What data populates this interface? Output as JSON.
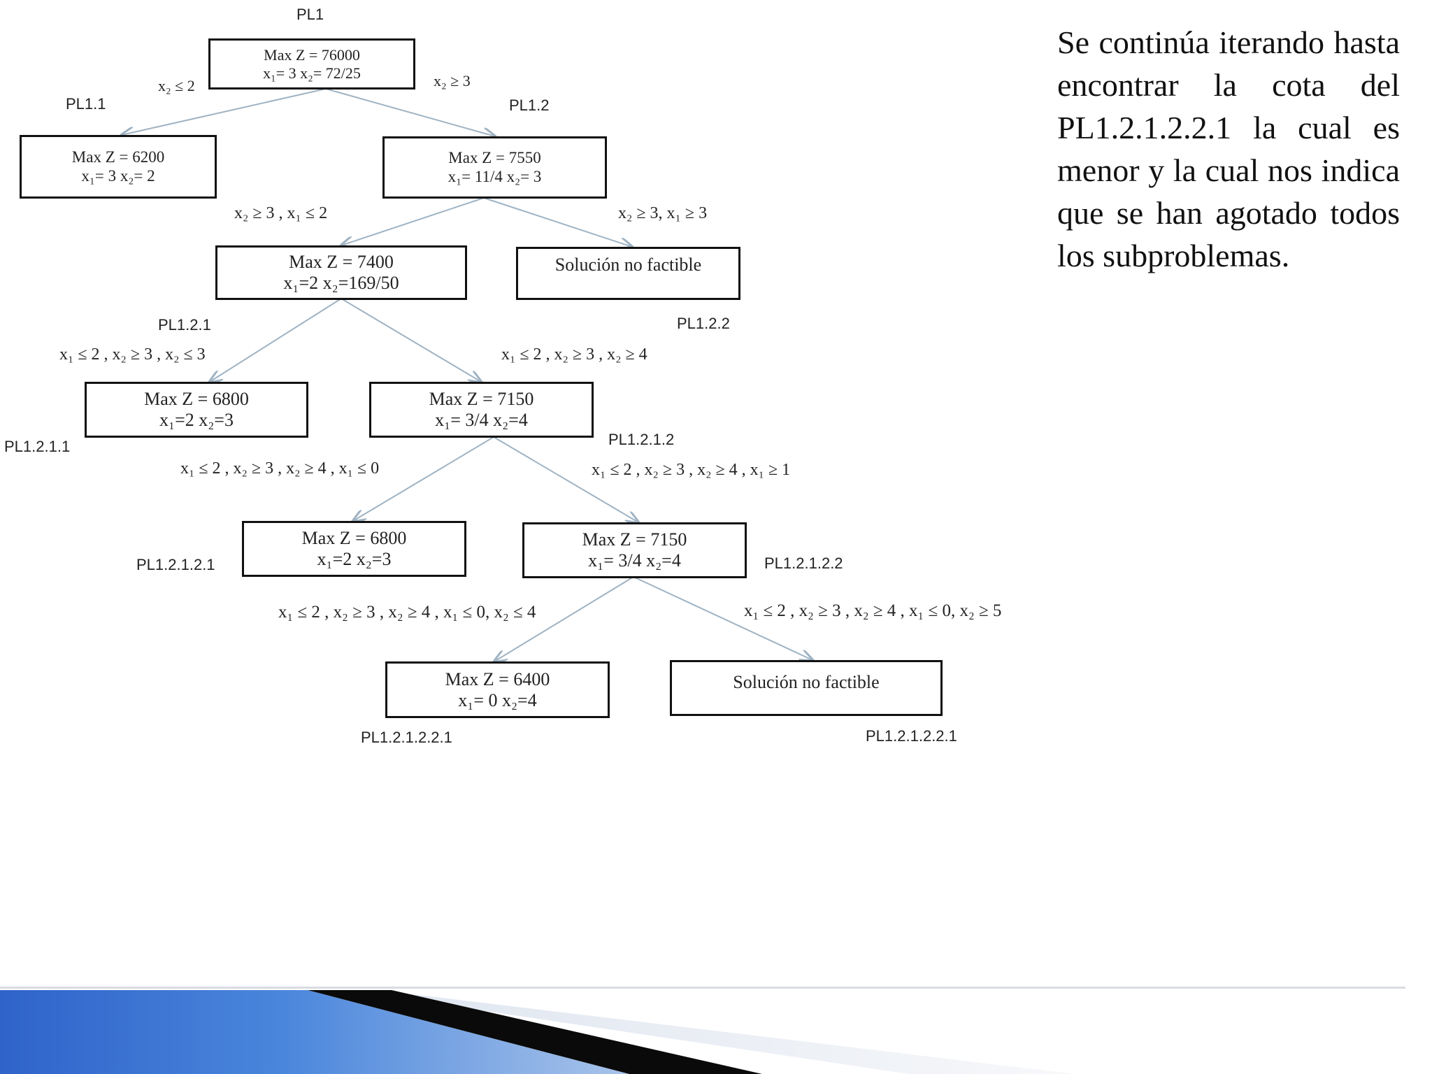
{
  "nodes": [
    {
      "tag": "PL1",
      "l1": "Max Z = 76000",
      "l2": "x₁= 3  x₂= 72/25"
    },
    {
      "tag": "PL1.1",
      "l1": "Max Z = 6200",
      "l2": "x₁= 3  x₂= 2"
    },
    {
      "tag": "PL1.2",
      "l1": "Max Z = 7550",
      "l2": "x₁= 11/4  x₂= 3"
    },
    {
      "tag": "PL1.2.1",
      "l1": "Max Z = 7400",
      "l2": "x₁=2  x₂=169/50"
    },
    {
      "tag": "PL1.2.2",
      "l1": "Solución no factible",
      "l2": ""
    },
    {
      "tag": "PL1.2.1.1",
      "l1": "Max Z = 6800",
      "l2": "x₁=2  x₂=3"
    },
    {
      "tag": "PL1.2.1.2",
      "l1": "Max Z = 7150",
      "l2": "x₁= 3/4  x₂=4"
    },
    {
      "tag": "PL1.2.1.2.1",
      "l1": "Max Z = 6800",
      "l2": "x₁=2  x₂=3"
    },
    {
      "tag": "PL1.2.1.2.2",
      "l1": "Max Z = 7150",
      "l2": "x₁= 3/4  x₂=4"
    },
    {
      "tag": "PL1.2.1.2.2.1",
      "l1": "Max Z = 6400",
      "l2": "x₁= 0  x₂=4"
    },
    {
      "tag": "PL1.2.1.2.2.1",
      "l1": "Solución no factible",
      "l2": ""
    }
  ],
  "conditions": [
    "x₂ ≤ 2",
    "x₂ ≥ 3",
    "x₂ ≥ 3 , x₁ ≤ 2",
    "x₂ ≥ 3, x₁ ≥ 3",
    "x₁ ≤ 2 , x₂ ≥ 3 , x₂ ≤ 3",
    "x₁ ≤ 2 , x₂ ≥ 3 , x₂ ≥ 4",
    "x₁ ≤ 2 , x₂ ≥ 3 , x₂ ≥ 4 , x₁ ≤ 0",
    "x₁ ≤ 2 , x₂ ≥ 3 , x₂ ≥ 4 , x₁ ≥ 1",
    "x₁ ≤ 2 , x₂ ≥ 3 , x₂ ≥ 4 , x₁ ≤ 0, x₂ ≤ 4",
    "x₁ ≤ 2 , x₂ ≥ 3 , x₂ ≥ 4 , x₁ ≤ 0, x₂ ≥ 5"
  ],
  "notes": "Se continúa iterando hasta encontrar la cota del PL1.2.1.2.2.1 la cual es menor y la cual nos indica que se han agotado todos los subproblemas.",
  "colors": {
    "edge": "#9fb3c3",
    "box_border": "#111111",
    "footer_blue": "#3f78d6",
    "footer_dark": "#0a0a0a"
  }
}
